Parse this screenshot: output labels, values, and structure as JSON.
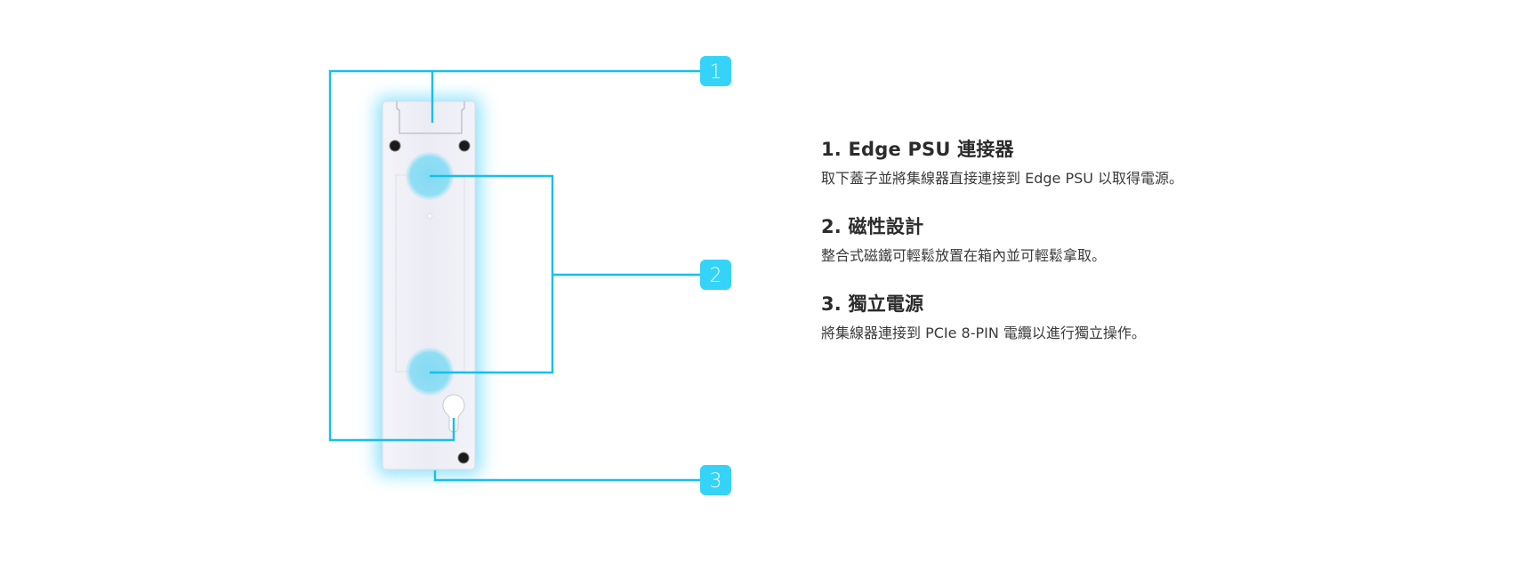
{
  "colors": {
    "accent_line": "#17bfea",
    "badge": "#35d3f7",
    "magnet_glow": "#7fd9f3",
    "device_body": "#eeeef6",
    "text": "#333333"
  },
  "callouts": [
    {
      "number": "1",
      "target": "Edge PSU connector / cover"
    },
    {
      "number": "2",
      "target": "magnets"
    },
    {
      "number": "3",
      "target": "PCIe 8-PIN power input"
    }
  ],
  "features": [
    {
      "title": "1. Edge PSU 連接器",
      "description": "取下蓋子並將集線器直接連接到 Edge PSU 以取得電源。"
    },
    {
      "title": "2. 磁性設計",
      "description": "整合式磁鐵可輕鬆放置在箱內並可輕鬆拿取。"
    },
    {
      "title": "3. 獨立電源",
      "description": "將集線器連接到 PCIe 8-PIN 電纜以進行獨立操作。"
    }
  ]
}
